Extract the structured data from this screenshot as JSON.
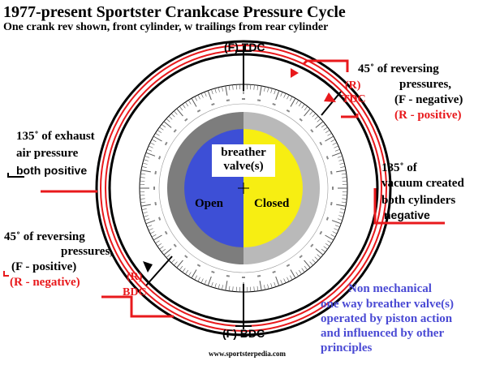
{
  "title": "1977-present Sportster Crankcase Pressure Cycle",
  "subtitle": "One crank rev shown, front cylinder, w trailings from rear cylinder",
  "markers": {
    "front_tdc": "(F) TDC",
    "front_bdc": "(F) BDC",
    "rear_tdc_line1": "(R)",
    "rear_tdc_line2": "TDC",
    "rear_bdc_line1": "(R)",
    "rear_bdc_line2": "BDC"
  },
  "notes": {
    "top_right": {
      "line1": "45˚ of reversing",
      "line2": "pressures,",
      "line3": "(F - negative)",
      "line4": "(R - positive)"
    },
    "left": {
      "line1": "135˚ of exhaust",
      "line2": "air pressure",
      "line3": "both positive"
    },
    "right": {
      "line1": "135˚ of",
      "line2": "vacuum created",
      "line3": "both cylinders",
      "line4": "negative"
    },
    "bottom_left": {
      "line1": "45˚ of reversing",
      "line2": "pressures,",
      "line3": "(F - positive)",
      "line4": "(R - negative)"
    },
    "bottom_right": {
      "line1": "Non mechanical",
      "line2": "one way breather valve(s)",
      "line3": "operated by piston action",
      "line4": "and influenced by other",
      "line5": "principles"
    }
  },
  "valve": {
    "title_line1": "breather",
    "title_line2": "valve(s)",
    "open_label": "Open",
    "closed_label": "Closed"
  },
  "watermark": "www.sportsterpedia.com",
  "colors": {
    "red": "#e8191c",
    "blue_note": "#4a4ad4",
    "valve_open": "#3d4fd6",
    "valve_closed": "#f7ee12",
    "ring_dark": "#7d7d7d",
    "ring_light": "#b9b9b9"
  }
}
